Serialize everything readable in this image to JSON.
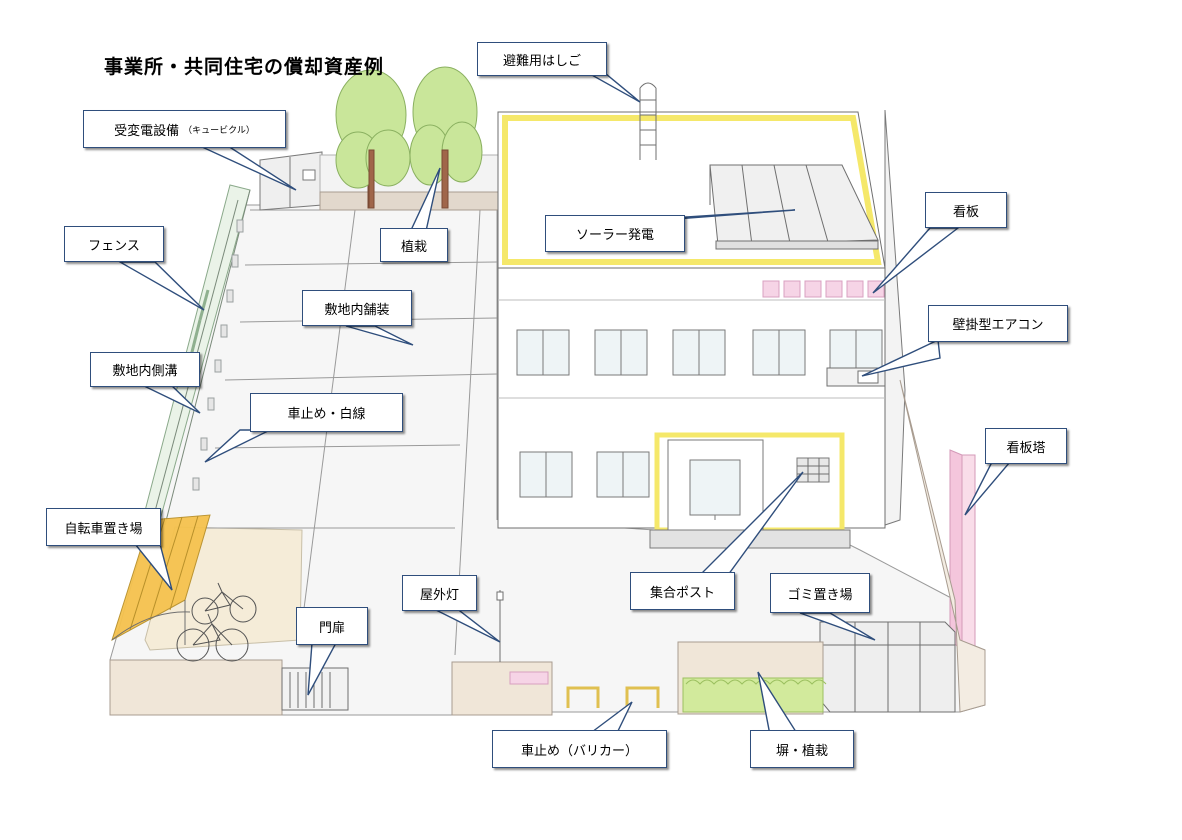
{
  "title": "事業所・共同住宅の償却資産例",
  "labels": {
    "ladder": "避難用はしご",
    "cubicle_main": "受変電設備",
    "cubicle_sub": "（キュービクル）",
    "fence": "フェンス",
    "planting": "植栽",
    "solar": "ソーラー発電",
    "signboard": "看板",
    "paving": "敷地内舗装",
    "aircon": "壁掛型エアコン",
    "gutter": "敷地内側溝",
    "wheelstop": "車止め・白線",
    "sign_tower": "看板塔",
    "bike_parking": "自転車置き場",
    "mailbox": "集合ポスト",
    "garbage": "ゴミ置き場",
    "outdoor_light": "屋外灯",
    "gate": "門扉",
    "bollard": "車止め（バリカー）",
    "wall_planting": "塀・植栽"
  },
  "colors": {
    "callout_border": "#2f4e7c",
    "leader_line": "#2f4e7c",
    "roof_trim": "#f5e86a",
    "building_outline": "#6f6f6f",
    "tree_foliage": "#c9e69a",
    "tree_trunk": "#a0664a",
    "canopy": "#f5c24e",
    "sign_pink": "#f4c6dc",
    "hedge": "#d2ea9c",
    "ground_wall": "#f0e6d8"
  },
  "icons": [
    "bicycle-icon",
    "tree-icon",
    "ladder-icon",
    "solar-panel-icon",
    "fence-icon",
    "gate-icon",
    "mailbox-icon",
    "garbage-shed-icon",
    "air-conditioner-icon",
    "street-light-icon",
    "bollard-icon",
    "hedge-icon"
  ]
}
